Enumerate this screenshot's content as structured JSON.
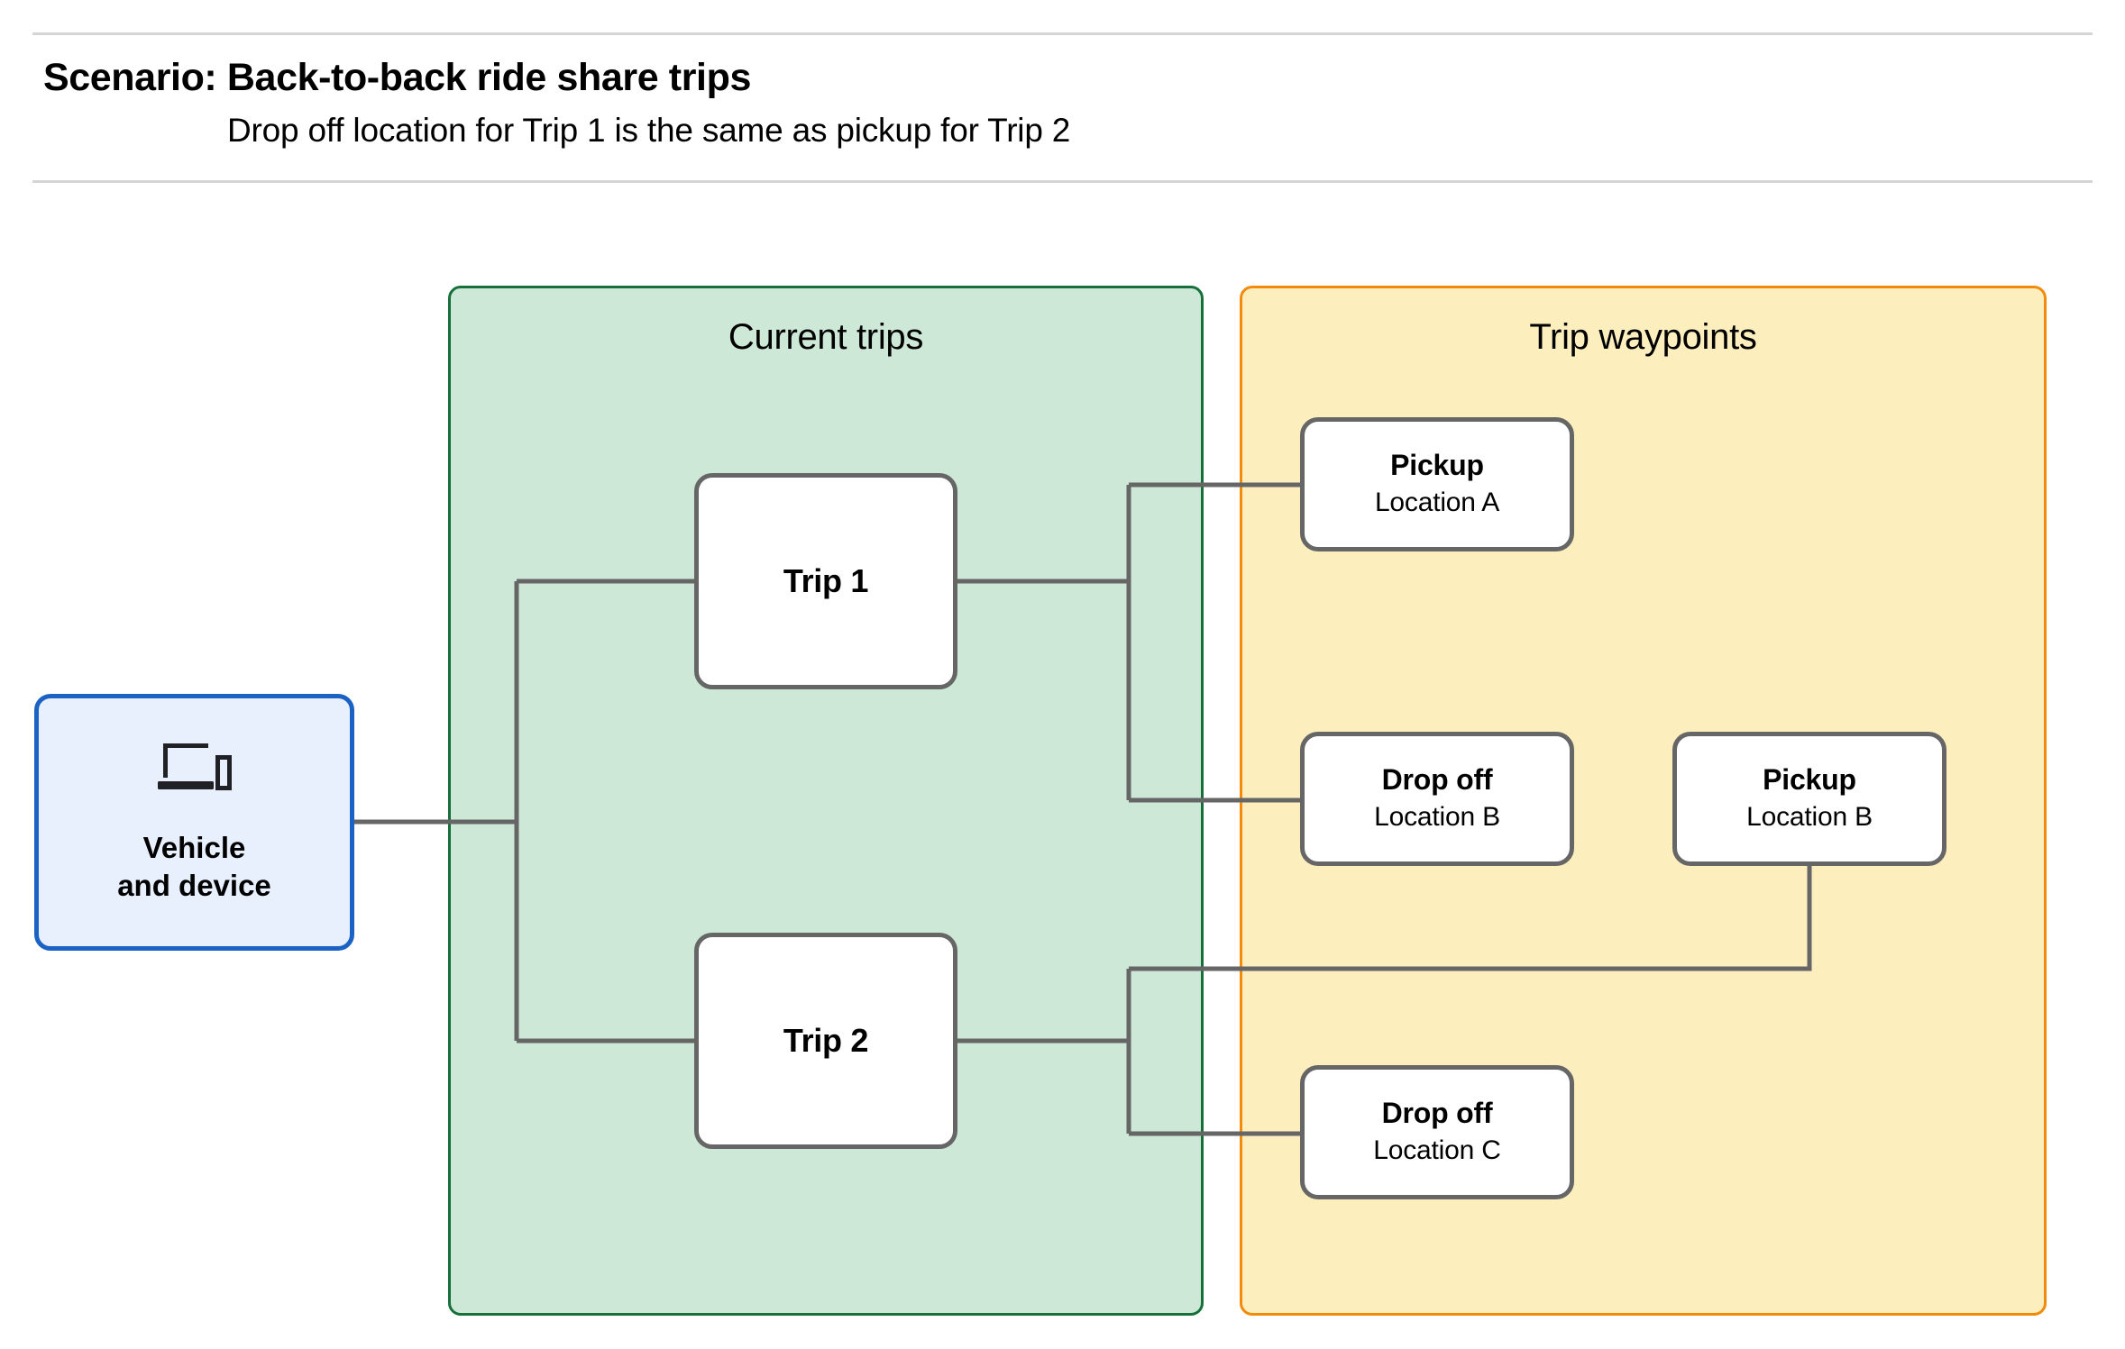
{
  "header": {
    "title": "Scenario: Back-to-back ride share trips",
    "subtitle": "Drop off  location for Trip 1 is the same as pickup for Trip 2"
  },
  "groups": {
    "current_trips": {
      "title": "Current trips",
      "fill_color": "#cde8d6",
      "border_color": "#17703a"
    },
    "trip_waypoints": {
      "title": "Trip waypoints",
      "fill_color": "#fdeebe",
      "border_color": "#f28b0c"
    }
  },
  "vehicle": {
    "label": "Vehicle\nand device",
    "icon": "laptop-and-phone-icon",
    "fill_color": "#e8f0fe",
    "border_color": "#1a62c4"
  },
  "trips": [
    {
      "id": "trip-1",
      "label": "Trip 1"
    },
    {
      "id": "trip-2",
      "label": "Trip 2"
    }
  ],
  "waypoints": [
    {
      "id": "wp-pickup-a",
      "title": "Pickup",
      "subtitle": "Location A"
    },
    {
      "id": "wp-dropoff-b",
      "title": "Drop off",
      "subtitle": "Location B"
    },
    {
      "id": "wp-pickup-b",
      "title": "Pickup",
      "subtitle": "Location B"
    },
    {
      "id": "wp-dropoff-c",
      "title": "Drop off",
      "subtitle": "Location C"
    }
  ],
  "connector_color": "#666666"
}
